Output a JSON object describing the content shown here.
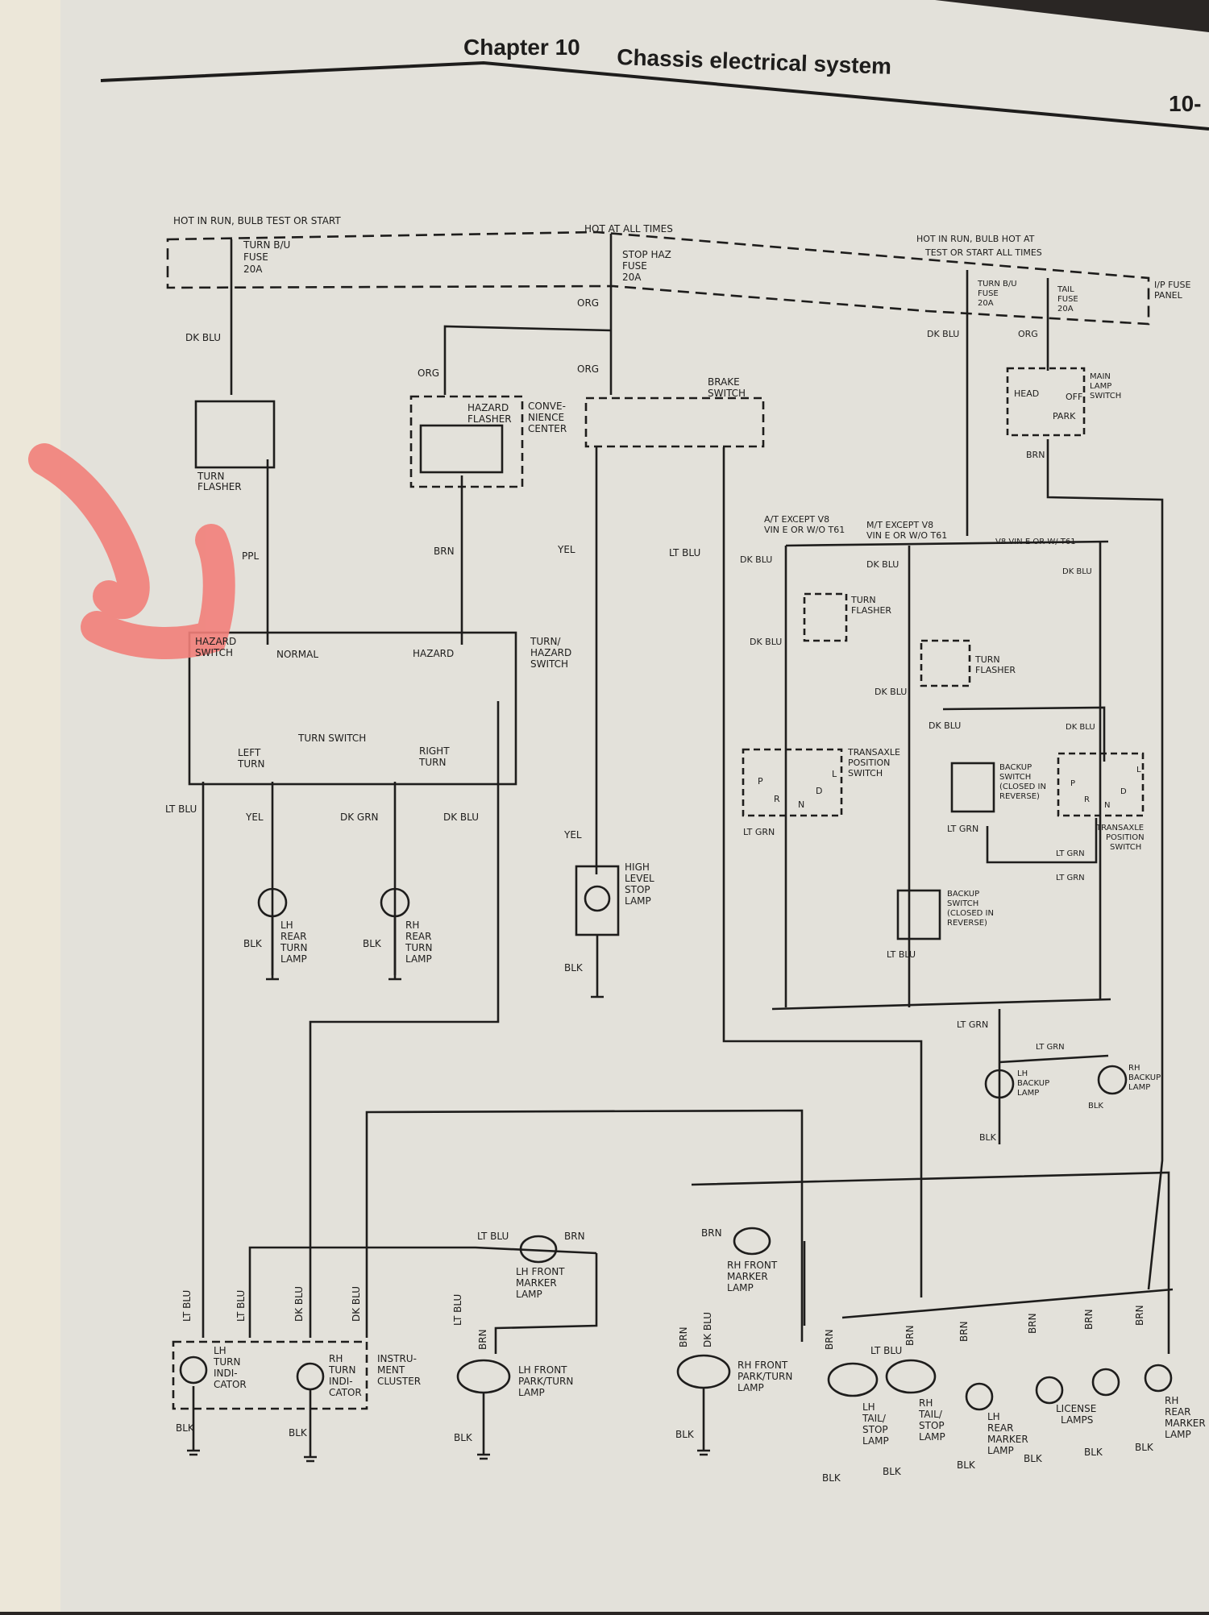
{
  "header": {
    "chapter": "Chapter 10",
    "section": "Chassis electrical system",
    "page_num": "10-"
  },
  "diagram": {
    "hot_run_bulb_test_start": "HOT IN RUN, BULB TEST OR START",
    "hot_at_all_times": "HOT AT ALL TIMES",
    "hot_in_run_right_1": "HOT IN RUN, BULB   HOT AT",
    "hot_in_run_right_2": "TEST OR START    ALL TIMES",
    "ip_fuse_panel": [
      "I/P FUSE",
      "PANEL"
    ],
    "fuse_turn_bu": [
      "TURN B/U",
      "FUSE",
      "20A"
    ],
    "fuse_stop_haz": [
      "STOP HAZ",
      "FUSE",
      "20A"
    ],
    "fuse_turn_bu_right": [
      "TURN B/U",
      "FUSE",
      "20A"
    ],
    "fuse_tail": [
      "TAIL",
      "FUSE",
      "20A"
    ],
    "turn_flasher": [
      "TURN",
      "FLASHER"
    ],
    "hazard_flasher": [
      "HAZARD",
      "FLASHER"
    ],
    "convenience_center": [
      "CONVE-",
      "NIENCE",
      "CENTER"
    ],
    "brake_switch": [
      "BRAKE",
      "SWITCH"
    ],
    "main_lamp_switch": [
      "MAIN",
      "LAMP",
      "SWITCH"
    ],
    "head": "HEAD",
    "off": "OFF",
    "park": "PARK",
    "hazard_switch": [
      "HAZARD",
      "SWITCH"
    ],
    "normal": "NORMAL",
    "hazard": "HAZARD",
    "turn_switch": "TURN SWITCH",
    "left_turn": [
      "LEFT",
      "TURN"
    ],
    "right_turn": [
      "RIGHT",
      "TURN"
    ],
    "turn_hazard_switch": [
      "TURN/",
      "HAZARD",
      "SWITCH"
    ],
    "at_except_v8": [
      "A/T EXCEPT V8",
      "VIN E OR W/O T61"
    ],
    "mt_except_v8": [
      "M/T EXCEPT V8",
      "VIN E OR W/O T61"
    ],
    "v8_vin": "V8 VIN E OR W/ T61",
    "turn_flasher_2": [
      "TURN",
      "FLASHER"
    ],
    "turn_flasher_3": [
      "TURN",
      "FLASHER"
    ],
    "transaxle_position_switch": [
      "TRANSAXLE",
      "POSITION",
      "SWITCH"
    ],
    "transaxle_position_switch_2": [
      "TRANSAXLE",
      "POSITION",
      "SWITCH"
    ],
    "backup_switch_1": [
      "BACKUP",
      "SWITCH",
      "(CLOSED IN",
      "REVERSE)"
    ],
    "backup_switch_2": [
      "BACKUP",
      "SWITCH",
      "(CLOSED IN",
      "REVERSE)"
    ],
    "prnd_left": [
      "P",
      "R",
      "N",
      "D",
      "L"
    ],
    "prnd_right": [
      "P",
      "R",
      "N",
      "D",
      "L"
    ],
    "high_level_stop_lamp": [
      "HIGH",
      "LEVEL",
      "STOP",
      "LAMP"
    ],
    "lh_rear_turn_lamp": [
      "LH",
      "REAR",
      "TURN",
      "LAMP"
    ],
    "rh_rear_turn_lamp": [
      "RH",
      "REAR",
      "TURN",
      "LAMP"
    ],
    "lh_backup_lamp": [
      "LH",
      "BACKUP",
      "LAMP"
    ],
    "rh_backup_lamp": [
      "RH",
      "BACKUP",
      "LAMP"
    ],
    "lh_front_marker_lamp": [
      "LH FRONT",
      "MARKER",
      "LAMP"
    ],
    "rh_front_marker_lamp": [
      "RH FRONT",
      "MARKER",
      "LAMP"
    ],
    "lh_turn_indicator": [
      "LH",
      "TURN",
      "INDI-",
      "CATOR"
    ],
    "rh_turn_indicator": [
      "RH",
      "TURN",
      "INDI-",
      "CATOR"
    ],
    "instrument_cluster": [
      "INSTRU-",
      "MENT",
      "CLUSTER"
    ],
    "lh_front_park_turn_lamp": [
      "LH FRONT",
      "PARK/TURN",
      "LAMP"
    ],
    "rh_front_park_turn_lamp": [
      "RH FRONT",
      "PARK/TURN",
      "LAMP"
    ],
    "lh_tail_stop_lamp": [
      "LH",
      "TAIL/",
      "STOP",
      "LAMP"
    ],
    "rh_tail_stop_lamp": [
      "RH",
      "TAIL/",
      "STOP",
      "LAMP"
    ],
    "lh_rear_marker_lamp": [
      "LH",
      "REAR",
      "MARKER",
      "LAMP"
    ],
    "license_lamps": [
      "LICENSE",
      "LAMPS"
    ],
    "rh_rear_marker_lamp": [
      "RH",
      "REAR",
      "MARKER",
      "LAMP"
    ],
    "wire_colors": {
      "dk_blu": "DK BLU",
      "org": "ORG",
      "brn": "BRN",
      "yel": "YEL",
      "lt_blu": "LT BLU",
      "ppl": "PPL",
      "dk_grn": "DK GRN",
      "lt_grn": "LT GRN",
      "blk": "BLK"
    }
  },
  "colors": {
    "paper": "#e3e1da",
    "ink": "#1e1d1c",
    "highlight": "#f2807a"
  }
}
